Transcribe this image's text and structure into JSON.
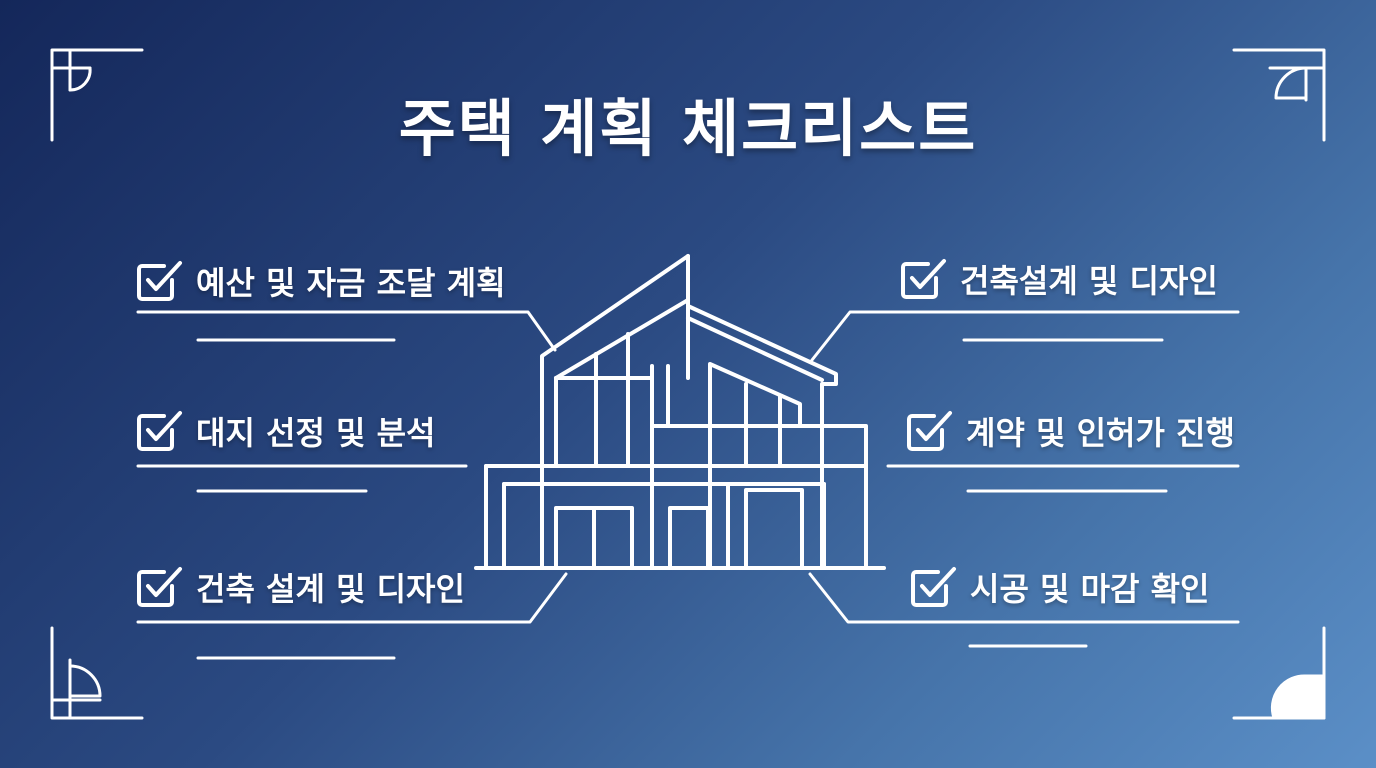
{
  "title": "주택 계획 체크리스트",
  "left_items": [
    {
      "label": "예산 및 자금 조달 계획",
      "icon": "checkbox-icon"
    },
    {
      "label": "대지 선정 및 분석",
      "icon": "checkbox-icon"
    },
    {
      "label": "건축 설계 및 디자인",
      "icon": "checkbox-icon"
    }
  ],
  "right_items": [
    {
      "label": "건축설계 및 디자인",
      "icon": "checkbox-icon"
    },
    {
      "label": "계약 및 인허가 진행",
      "icon": "checkbox-icon"
    },
    {
      "label": "시공 및 마감 확인",
      "icon": "checkbox-icon"
    }
  ],
  "colors": {
    "background_dark": "#14275a",
    "background_light": "#5b8fc7",
    "line": "#ffffff"
  }
}
